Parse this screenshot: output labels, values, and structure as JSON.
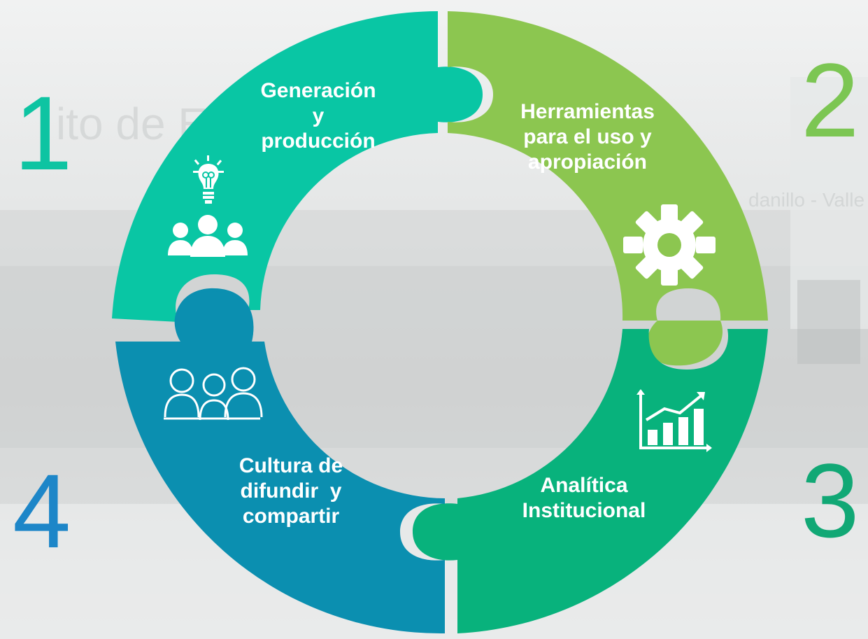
{
  "background": {
    "sign_text": "ito de E",
    "sign_text_right": "danillo - Valle"
  },
  "pieces": [
    {
      "number": "1",
      "lines": [
        "Generación",
        "y",
        "producción"
      ],
      "color": "#09c6a4",
      "number_color": "#0ec4a2",
      "icons": [
        "lightbulb-icon",
        "people-group-icon"
      ]
    },
    {
      "number": "2",
      "lines": [
        "Herramientas",
        "para el uso y",
        "apropiación"
      ],
      "color": "#8cc650",
      "number_color": "#7cc653",
      "icons": [
        "gear-icon"
      ]
    },
    {
      "number": "3",
      "lines": [
        "Analítica",
        "Institucional"
      ],
      "color": "#08b27c",
      "number_color": "#11a875",
      "icons": [
        "bar-chart-growth-icon"
      ]
    },
    {
      "number": "4",
      "lines": [
        "Cultura de",
        "difundir  y",
        "compartir"
      ],
      "color": "#0b8fb0",
      "number_color": "#1d86c8",
      "icons": [
        "community-people-icon"
      ]
    }
  ]
}
